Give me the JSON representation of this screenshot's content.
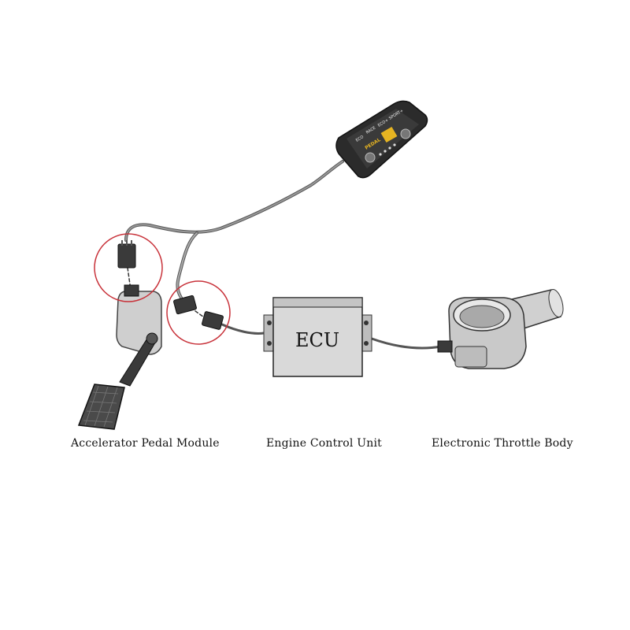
{
  "components": {
    "pedal_module": {
      "label": "Accelerator Pedal Module"
    },
    "ecu": {
      "label": "Engine Control Unit",
      "box_text": "ECU"
    },
    "throttle_body": {
      "label": "Electronic Throttle Body"
    }
  },
  "controller": {
    "button_labels": [
      "ECO",
      "RACE",
      "ECO+",
      "SPORT+"
    ],
    "brand_text": "PEDAL"
  },
  "colors": {
    "highlight_circle": "#c8323a",
    "wire": "#555555",
    "device_body": "#2b2b2b",
    "ecu_body": "#d9d9d9",
    "metal": "#c9c9c9",
    "accent_yellow": "#e6b422"
  }
}
